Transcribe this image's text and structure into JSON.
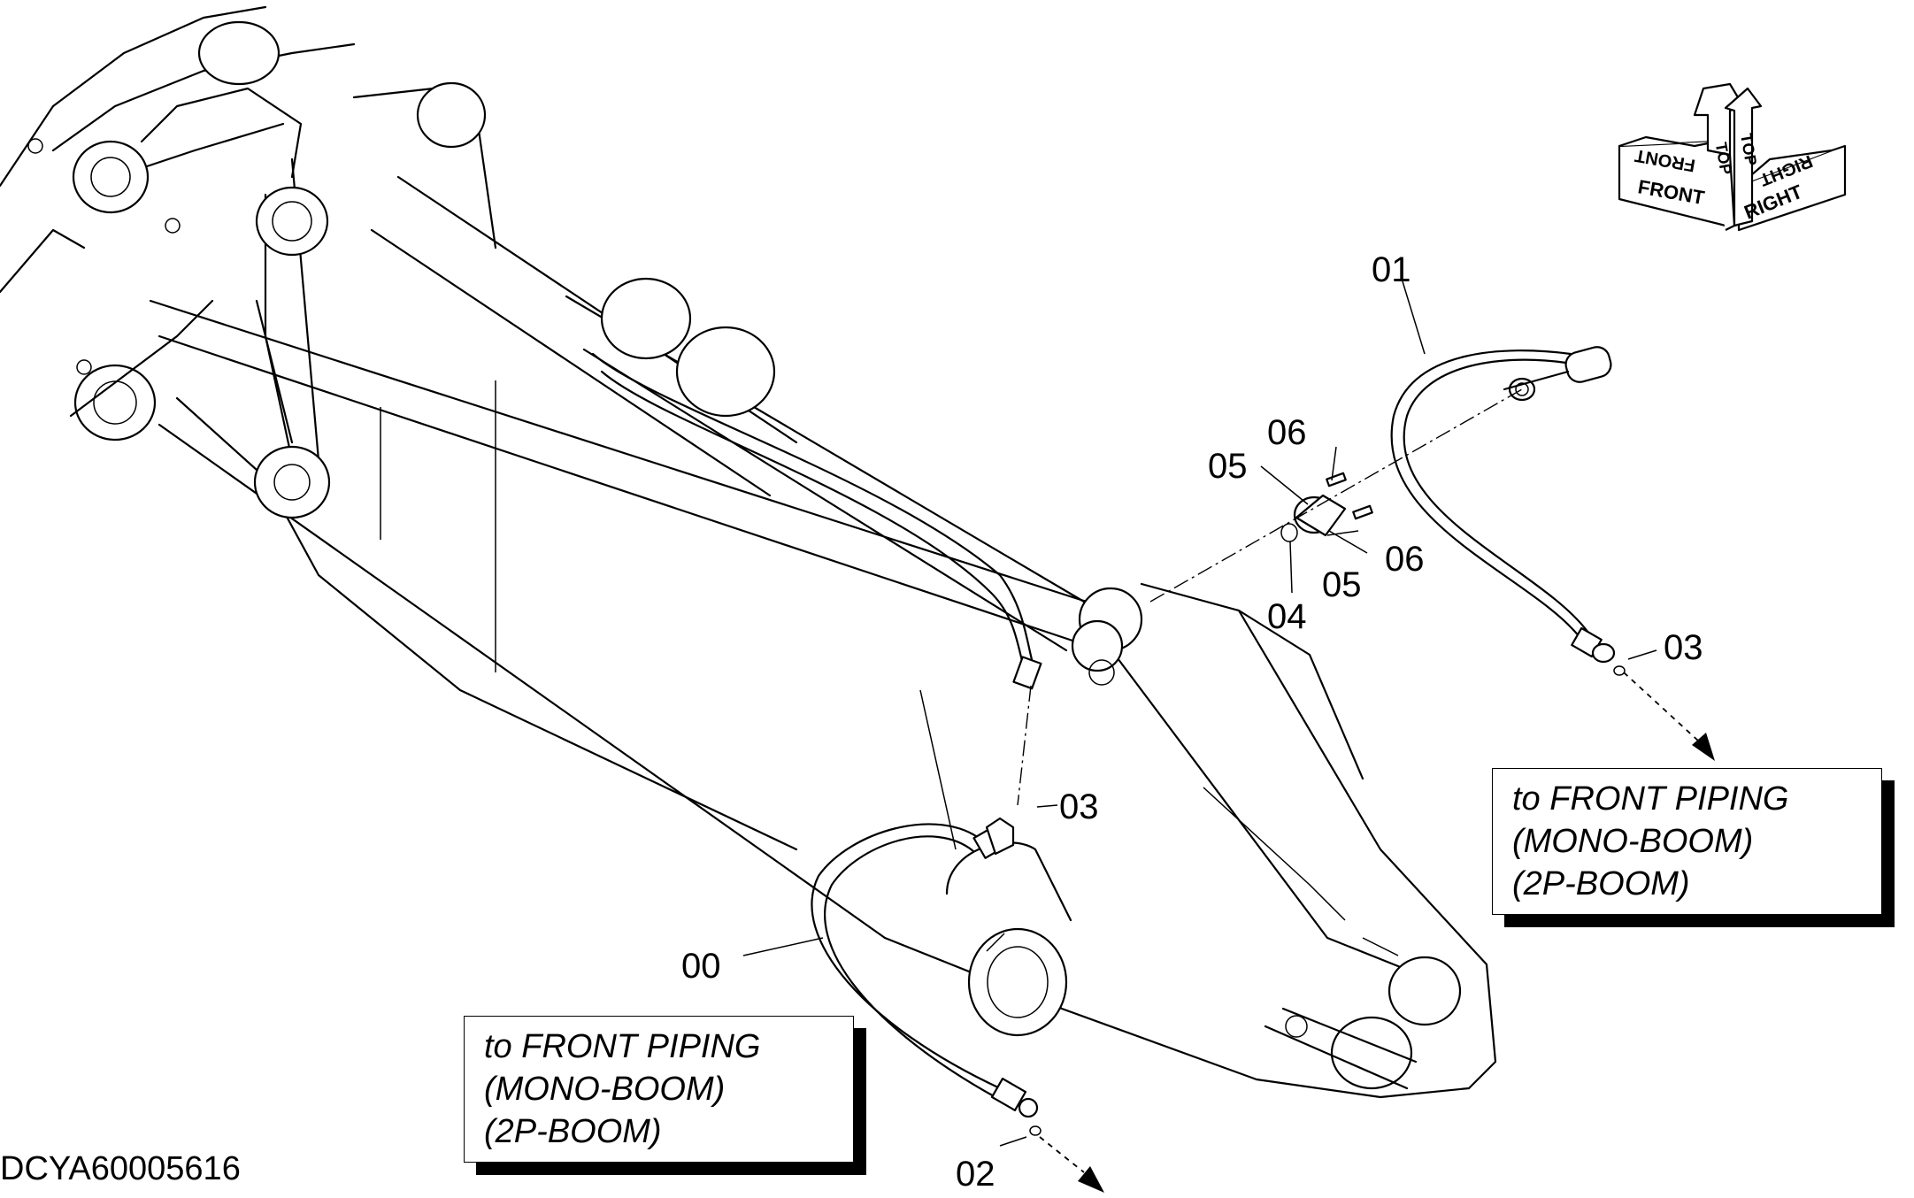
{
  "drawing_id": "DCYA60005616",
  "part_labels": {
    "p00": "00",
    "p01": "01",
    "p02": "02",
    "p03_upper": "03",
    "p03_lower": "03",
    "p04": "04",
    "p05_upper": "05",
    "p05_lower": "05",
    "p06_upper": "06",
    "p06_lower": "06"
  },
  "callout_right": {
    "line1": "to FRONT PIPING",
    "line2": "(MONO-BOOM)",
    "line3": "(2P-BOOM)"
  },
  "callout_left": {
    "line1": "to FRONT PIPING",
    "line2": "(MONO-BOOM)",
    "line3": "(2P-BOOM)"
  },
  "orientation": {
    "front_a": "FRONT",
    "front_b": "FRONT",
    "top_a": "TOP",
    "top_b": "TOP",
    "right_a": "RIGHT",
    "right_b": "RIGHT"
  }
}
